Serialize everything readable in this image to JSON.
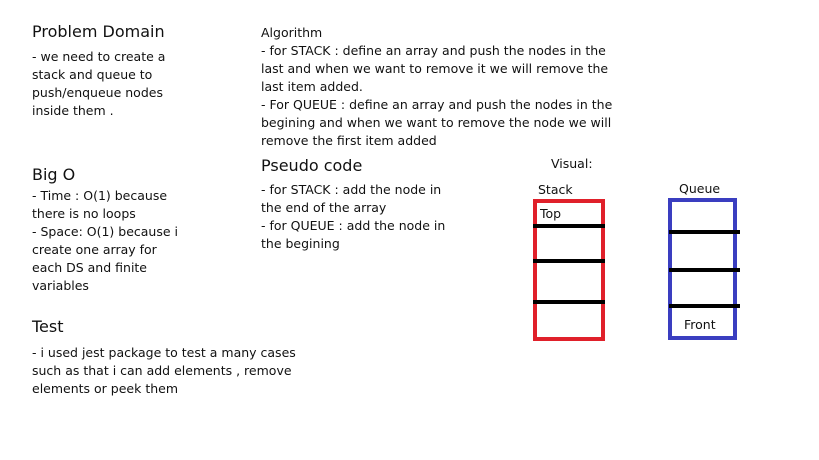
{
  "problem_domain": {
    "heading": "Problem Domain",
    "lines": [
      "- we need to create a",
      "stack and queue to",
      "push/enqueue nodes",
      "inside them ."
    ]
  },
  "big_o": {
    "heading": "Big O",
    "lines": [
      "- Time : O(1) because",
      "there is no loops",
      "- Space: O(1) because i",
      "create one array for",
      "each DS and finite",
      "variables"
    ]
  },
  "test": {
    "heading": "Test",
    "lines": [
      "- i used jest package to test a many cases",
      "such as that i can add elements , remove",
      "elements or peek them"
    ]
  },
  "algorithm": {
    "heading": "Algorithm",
    "lines": [
      "- for STACK : define an array and push the nodes in the",
      "last and when we want to remove it we will remove the",
      "last item added.",
      "- For QUEUE : define an array and push the nodes in the",
      "begining and when we want to remove the node we will",
      "remove the first item added"
    ]
  },
  "pseudo_code": {
    "heading": "Pseudo code",
    "lines": [
      "- for STACK : add the node in",
      "the end of the array",
      "- for QUEUE : add the node in",
      "the begining"
    ]
  },
  "visual": {
    "label": "Visual:",
    "stack": {
      "label": "Stack",
      "top_label": "Top",
      "color": "#e0202a"
    },
    "queue": {
      "label": "Queue",
      "front_label": "Front",
      "color": "#3a3ec0"
    }
  }
}
